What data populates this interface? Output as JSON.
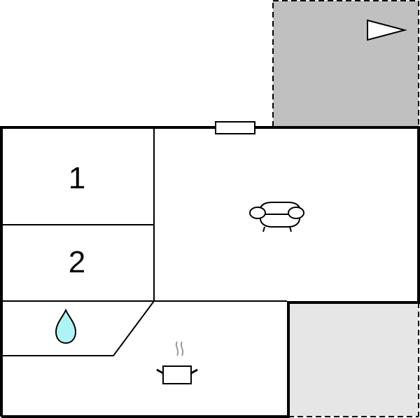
{
  "diagram": {
    "type": "floor-plan",
    "colors": {
      "terrace_top": "#c0c0c0",
      "terrace_bottom": "#e6e6e6",
      "wall": "#000000",
      "water_drop": "#aef4f4",
      "steam": "#9a9a9a",
      "background": "#ffffff"
    },
    "rooms": [
      {
        "id": "bedroom-1",
        "label": "1"
      },
      {
        "id": "bedroom-2",
        "label": "2"
      },
      {
        "id": "bathroom",
        "icon": "water-drop-icon"
      },
      {
        "id": "living-room",
        "icon": "sofa-icon"
      },
      {
        "id": "kitchen",
        "icon": "cooking-pot-icon"
      }
    ],
    "outdoor_areas": [
      {
        "id": "terrace-north",
        "icon": "direction-arrow-icon"
      },
      {
        "id": "terrace-southeast"
      }
    ],
    "features": [
      {
        "id": "window",
        "icon": "window-icon"
      }
    ]
  }
}
